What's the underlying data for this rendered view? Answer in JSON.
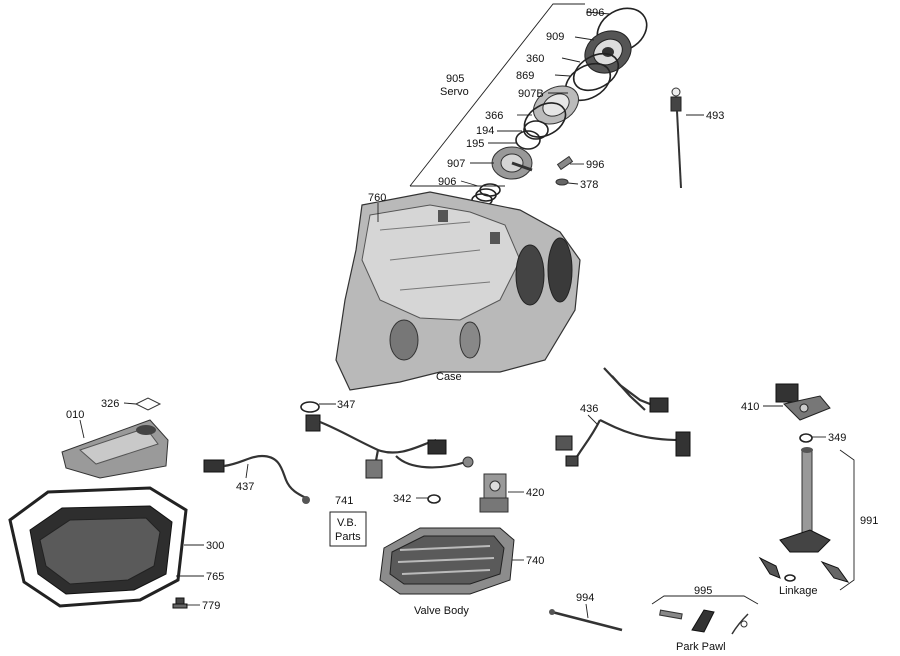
{
  "diagram": {
    "part_numbers": {
      "p896": "896",
      "p909": "909",
      "p360": "360",
      "p869": "869",
      "p907b": "907B",
      "p366": "366",
      "p194": "194",
      "p195": "195",
      "p907": "907",
      "p906": "906",
      "p996": "996",
      "p378": "378",
      "p493": "493",
      "p905": "905",
      "p760": "760",
      "p010": "010",
      "p326": "326",
      "p347": "347",
      "p436": "436",
      "p410": "410",
      "p349": "349",
      "p437": "437",
      "p741": "741",
      "p342": "342",
      "p420": "420",
      "p991": "991",
      "p300": "300",
      "p765": "765",
      "p740": "740",
      "p779": "779",
      "p994": "994",
      "p995": "995"
    },
    "captions": {
      "servo": "Servo",
      "case": "Case",
      "vb_line1": "V.B.",
      "vb_line2": "Parts",
      "valve_body": "Valve Body",
      "linkage": "Linkage",
      "park_pawl": "Park Pawl"
    }
  }
}
